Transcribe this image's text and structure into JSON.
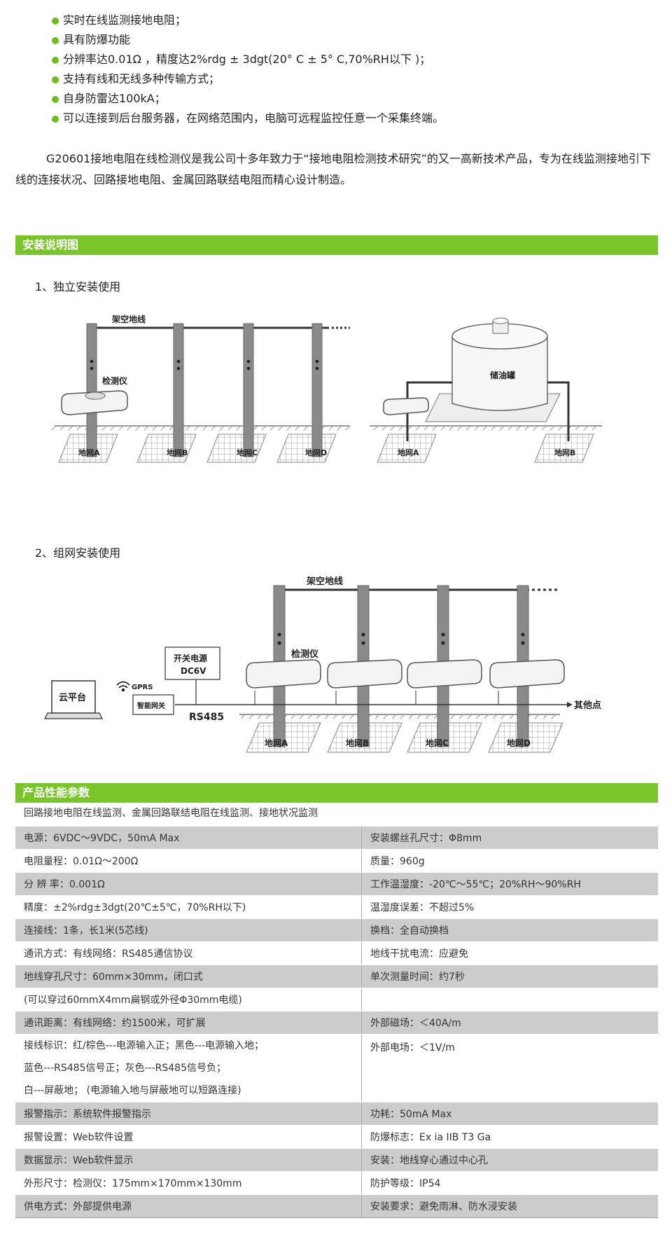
{
  "features": [
    "实时在线监测接地电阻；",
    "具有防爆功能",
    "分辨率达0.01Ω ，精度达2%rdg ±   3dgt(20°  C ± 5°  C,70%RH以下 )；",
    "支持有线和无线多种传输方式；",
    "自身防雷达100kA；",
    "可以连接到后台服务器，在网络范围内，电脑可远程监控任意一个采集终端。"
  ],
  "intro": "G20601接地电阻在线检测仪是我公司十多年致力于“接地电阻检测技术研究”的又一高新技术产品，专为在线监测接地引下线的连接状况、回路接地电阻、金属回路联结电阻而精心设计制造。",
  "install_section": {
    "title": "安装说明图",
    "sub1": "1、独立安装使用",
    "sub2": "2、组网安装使用"
  },
  "diagram1": {
    "wire": "架空地线",
    "device": "检测仪",
    "tank": "储油罐",
    "grids": [
      "地网A",
      "地网B",
      "地网C",
      "地网D"
    ],
    "tank_grids": [
      "地网A",
      "地网B"
    ]
  },
  "diagram2": {
    "wire": "架空地线",
    "device": "检测仪",
    "power": "开关电源",
    "power_v": "DC6V",
    "gprs": "GPRS",
    "gateway": "智能网关",
    "cloud": "云平台",
    "bus": "RS485",
    "other": "其他点",
    "grids": [
      "地网A",
      "地网B",
      "地网C",
      "地网D"
    ]
  },
  "params_section": {
    "title": "产品性能参数",
    "scope": "回路接地电阻在线监测、金属回路联结电阻在线监测、接地状况监测"
  },
  "params": [
    {
      "left": [
        "电源：6VDC～9VDC，50mA Max"
      ],
      "right": "安装螺丝孔尺寸：Φ8mm",
      "shade": true
    },
    {
      "left": [
        "电阻量程：0.01Ω～200Ω"
      ],
      "right": "质量：960g",
      "shade": false
    },
    {
      "left": [
        "分 辨 率：0.001Ω"
      ],
      "right": "工作温湿度：-20℃～55℃；20%RH～90%RH",
      "shade": true
    },
    {
      "left": [
        "精度：±2%rdg±3dgt(20℃±5℃，70%RH以下)"
      ],
      "right": "温湿度误差：不超过5%",
      "shade": false
    },
    {
      "left": [
        "连接线：1条，长1米(5芯线)"
      ],
      "right": "换档：全自动换档",
      "shade": true
    },
    {
      "left": [
        "通讯方式：有线网络：RS485通信协议"
      ],
      "right": "地线干扰电流：应避免",
      "shade": false
    },
    {
      "left": [
        "地线穿孔尺寸：60mm×30mm，闭口式"
      ],
      "right": "单次测量时间：约7秒",
      "shade": true
    },
    {
      "left": [
        "(可以穿过60mmX4mm扁钢或外径Φ30mm电缆)"
      ],
      "right": "",
      "shade": false
    },
    {
      "left": [
        "通讯距离：有线网络：约1500米，可扩展"
      ],
      "right": "外部磁场：＜40A/m",
      "shade": true
    },
    {
      "left": [
        "接线标识：红/棕色---电源输入正；黑色---电源输入地；",
        "蓝色---RS485信号正；灰色---RS485信号负；",
        "白---屏蔽地；  (电源输入地与屏蔽地可以短路连接)"
      ],
      "right": "外部电场：＜1V/m",
      "shade": false
    },
    {
      "left": [
        "报警指示：系统软件报警指示"
      ],
      "right": "功耗：50mA Max",
      "shade": true
    },
    {
      "left": [
        "报警设置：Web软件设置"
      ],
      "right": "防爆标志：Ex ia IIB T3 Ga",
      "shade": false
    },
    {
      "left": [
        "数据显示：Web软件显示"
      ],
      "right": "安装：地线穿心通过中心孔",
      "shade": true
    },
    {
      "left": [
        "外形尺寸：检测仪：175mm×170mm×130mm"
      ],
      "right": "防护等级：IP54",
      "shade": false
    },
    {
      "left": [
        "供电方式：外部提供电源"
      ],
      "right": "安装要求：避免雨淋、防水浸安装",
      "shade": true
    }
  ]
}
